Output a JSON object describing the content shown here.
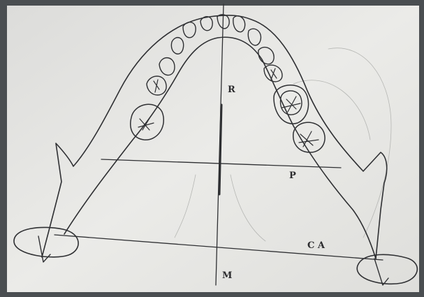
{
  "labels": {
    "r": "R",
    "p": "P",
    "ca": "C A",
    "m": "M"
  },
  "colors": {
    "paper": "#e6e6e3",
    "ink": "#2f3033",
    "border": "#4a4e51"
  }
}
